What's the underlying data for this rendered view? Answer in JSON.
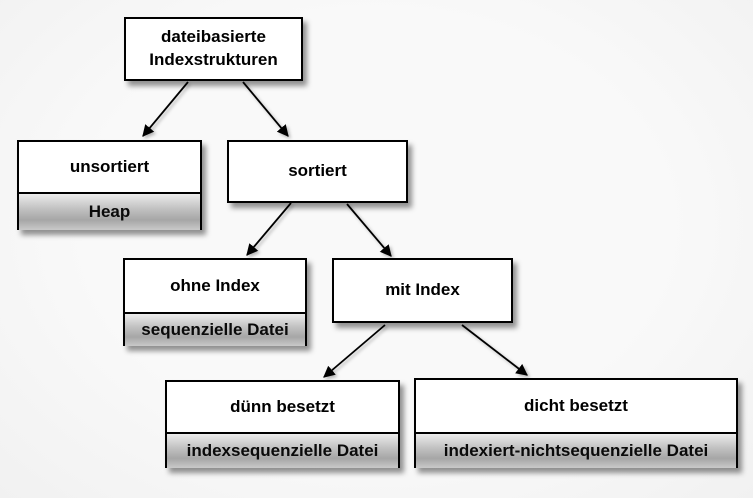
{
  "diagram": {
    "type": "tree",
    "language": "de",
    "topic": "dateibasierte Indexstrukturen",
    "colors": {
      "background": "#f5f5f5",
      "box_fill": "#ffffff",
      "box_border": "#000000",
      "sublabel_gradient_top": "#ececec",
      "sublabel_gradient_bottom": "#a6a6a6",
      "arrow": "#000000",
      "text": "#000000"
    },
    "nodes": {
      "root": {
        "label": "dateibasierte\nIndexstrukturen"
      },
      "unsortiert": {
        "label": "unsortiert",
        "sublabel": "Heap"
      },
      "sortiert": {
        "label": "sortiert"
      },
      "ohne_index": {
        "label": "ohne Index",
        "sublabel": "sequenzielle Datei"
      },
      "mit_index": {
        "label": "mit Index"
      },
      "duenn_besetzt": {
        "label": "dünn besetzt",
        "sublabel": "indexsequenzielle Datei"
      },
      "dicht_besetzt": {
        "label": "dicht besetzt",
        "sublabel": "indexiert-nichtsequenzielle Datei"
      }
    },
    "edges": [
      {
        "from": "root",
        "to": "unsortiert"
      },
      {
        "from": "root",
        "to": "sortiert"
      },
      {
        "from": "sortiert",
        "to": "ohne_index"
      },
      {
        "from": "sortiert",
        "to": "mit_index"
      },
      {
        "from": "mit_index",
        "to": "duenn_besetzt"
      },
      {
        "from": "mit_index",
        "to": "dicht_besetzt"
      }
    ]
  }
}
